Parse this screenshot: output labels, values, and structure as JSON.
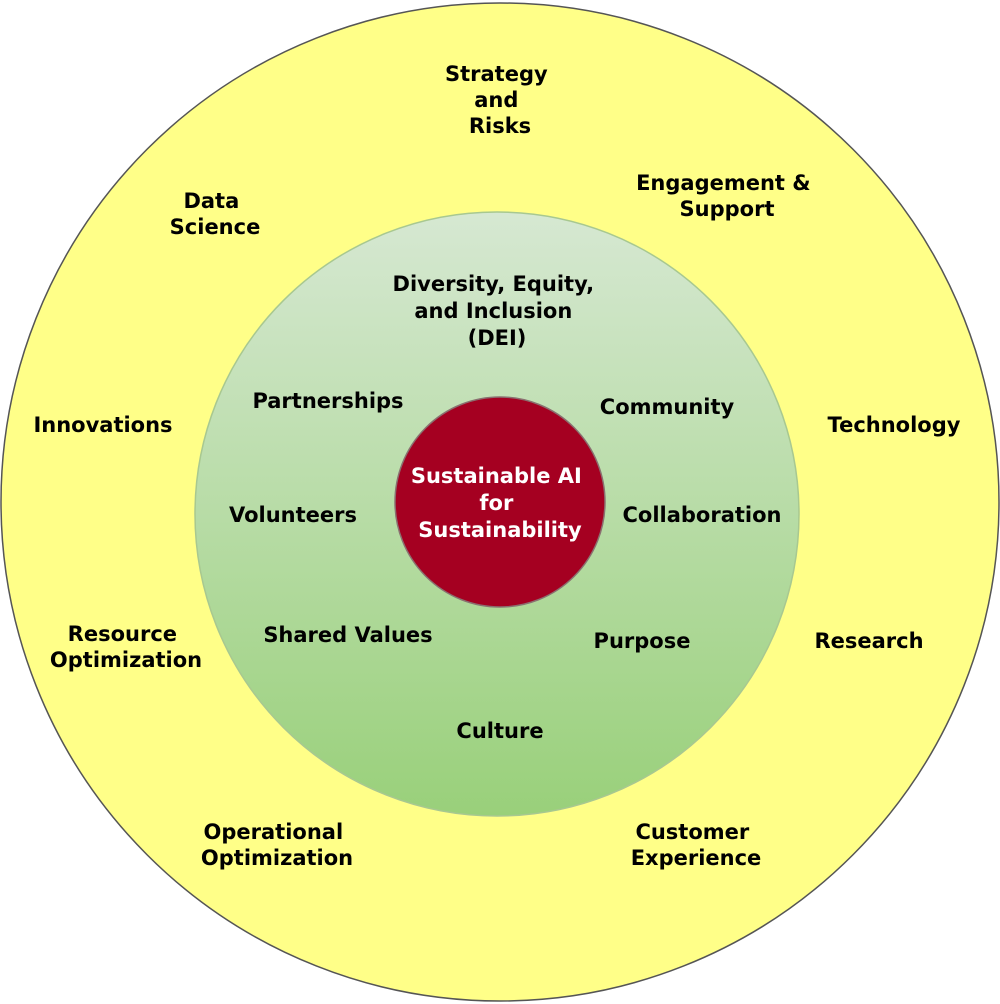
{
  "colors": {
    "outer_fill": "#ffff88",
    "outer_stroke": "#555555",
    "middle_fill_top": "#d6e8d2",
    "middle_fill_bottom": "#99d07a",
    "middle_stroke": "#a8c890",
    "center_fill": "#a50021",
    "center_stroke": "#8a7070",
    "center_text": "#ffffff"
  },
  "center": {
    "lines": [
      "Sustainable AI",
      "for",
      "Sustainability"
    ]
  },
  "middle_ring": {
    "dei": [
      "Diversity, Equity,",
      "and Inclusion",
      "(DEI)"
    ],
    "partnerships": [
      "Partnerships"
    ],
    "community": [
      "Community"
    ],
    "volunteers": [
      "Volunteers"
    ],
    "collaboration": [
      "Collaboration"
    ],
    "shared_values": [
      "Shared Values"
    ],
    "purpose": [
      "Purpose"
    ],
    "culture": [
      "Culture"
    ]
  },
  "outer_ring": {
    "strategy": [
      "Strategy",
      "and",
      "Risks"
    ],
    "data_science": [
      "Data",
      "Science"
    ],
    "engagement": [
      "Engagement &",
      "Support"
    ],
    "innovations": [
      "Innovations"
    ],
    "technology": [
      "Technology"
    ],
    "resource_optimization": [
      "Resource",
      "Optimization"
    ],
    "research": [
      "Research"
    ],
    "operational_optimization": [
      "Operational",
      "Optimization"
    ],
    "customer_experience": [
      "Customer",
      "Experience"
    ]
  }
}
